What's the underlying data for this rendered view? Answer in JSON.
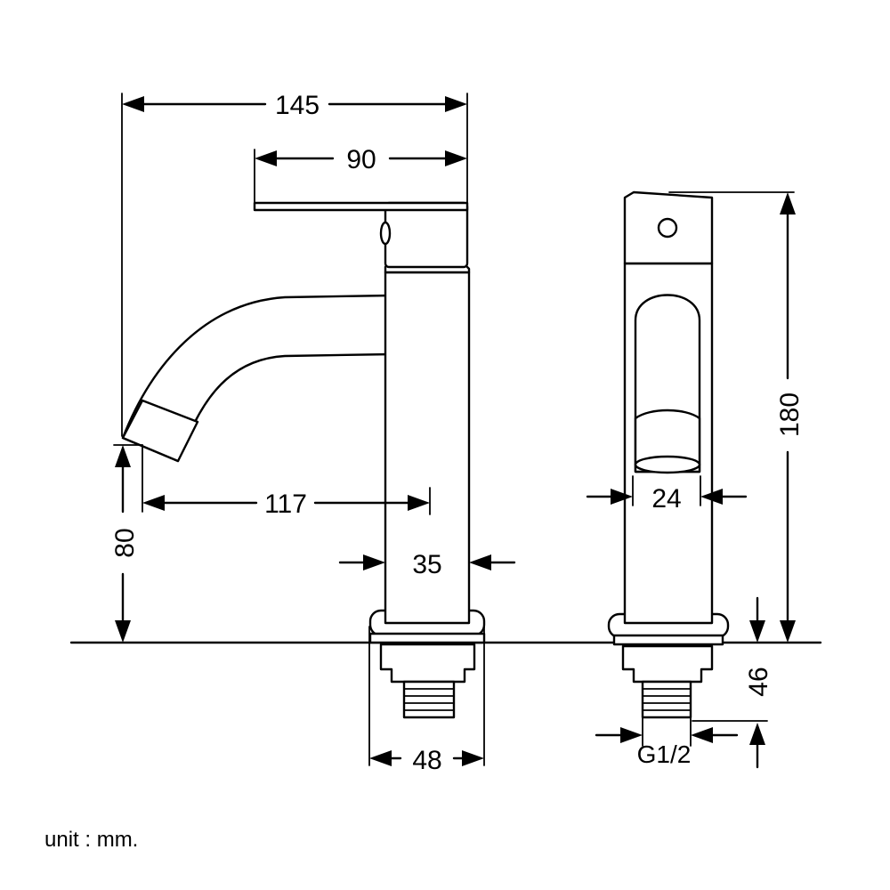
{
  "dimensions": {
    "overall_reach": "145",
    "handle_length": "90",
    "spout_reach": "117",
    "spout_height": "80",
    "body_diameter": "35",
    "base_diameter": "48",
    "total_height": "180",
    "side_width": "24",
    "under_counter": "46",
    "thread": "G1/2"
  },
  "units_note": "unit : mm."
}
